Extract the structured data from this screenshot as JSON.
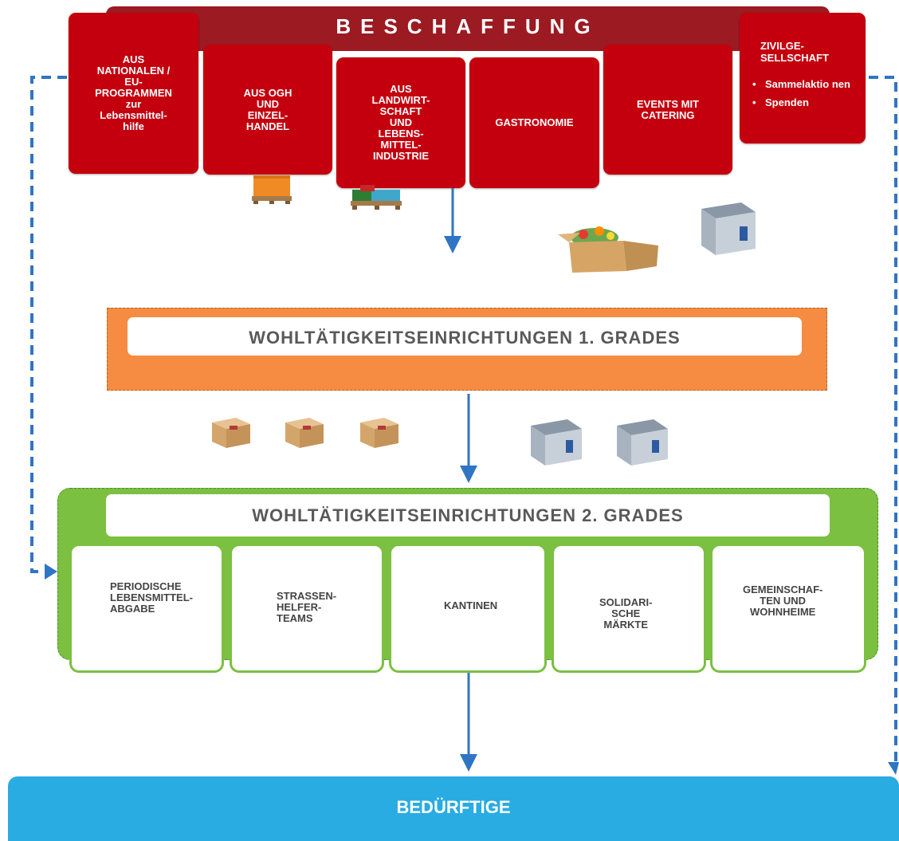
{
  "banner": {
    "title": "BESCHAFFUNG"
  },
  "sources": [
    {
      "label": "AUS\nNATIONALEN /\nEU-\nPROGRAMMEN\nzur\nLebensmittel-\nhilfe"
    },
    {
      "label": "AUS OGH\nUND\nEINZEL-\nHANDEL"
    },
    {
      "label": "AUS\nLANDWIRT-\nSCHAFT\nUND\nLEBENS-\nMITTEL-\nINDUSTRIE"
    },
    {
      "label": "GASTRONOMIE"
    },
    {
      "label": "EVENTS MIT\nCATERING"
    }
  ],
  "civil_society": {
    "title": "ZIVILGE-\nSELLSCHAFT",
    "items": [
      "Sammelaktio nen",
      "Spenden"
    ]
  },
  "tier1": {
    "label": "WOHLTÄTIGKEITSEINRICHTUNGEN 1. GRADES"
  },
  "tier2": {
    "label": "WOHLTÄTIGKEITSEINRICHTUNGEN 2. GRADES",
    "items": [
      {
        "label": "PERIODISCHE\nLEBENSMITTEL-\nABGABE"
      },
      {
        "label": "STRASSEN-\nHELFER-\nTEAMS"
      },
      {
        "label": "KANTINEN"
      },
      {
        "label": "SOLIDARI-\nSCHE\nMÄRKTE"
      },
      {
        "label": "GEMEINSCHAF-\nTEN UND\nWOHNHEIME"
      }
    ]
  },
  "beneficiaries": {
    "label": "BEDÜRFTIGE"
  },
  "colors": {
    "banner": "#9c1a22",
    "source_box": "#c4000e",
    "tier1": "#f58c42",
    "tier2": "#7bc041",
    "beneficiaries": "#28ace2",
    "arrow": "#2f75c4"
  },
  "icons": [
    "pallet-icon",
    "produce-box-icon",
    "crate-icon",
    "parcel-icon"
  ]
}
